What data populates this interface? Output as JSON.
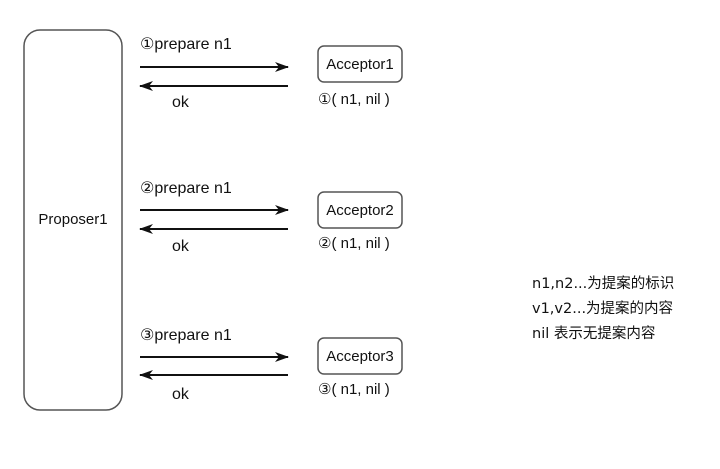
{
  "proposer": {
    "label": "Proposer1"
  },
  "rows": [
    {
      "request_label": "①prepare n1",
      "reply_label": "ok",
      "acceptor_label": "Acceptor1",
      "state_label": "①( n1, nil )"
    },
    {
      "request_label": "②prepare n1",
      "reply_label": "ok",
      "acceptor_label": "Acceptor2",
      "state_label": "②( n1, nil )"
    },
    {
      "request_label": "③prepare n1",
      "reply_label": "ok",
      "acceptor_label": "Acceptor3",
      "state_label": "③( n1, nil )"
    }
  ],
  "legend": {
    "lines": [
      "n1,n2...为提案的标识",
      "v1,v2...为提案的内容",
      "nil 表示无提案内容"
    ]
  }
}
